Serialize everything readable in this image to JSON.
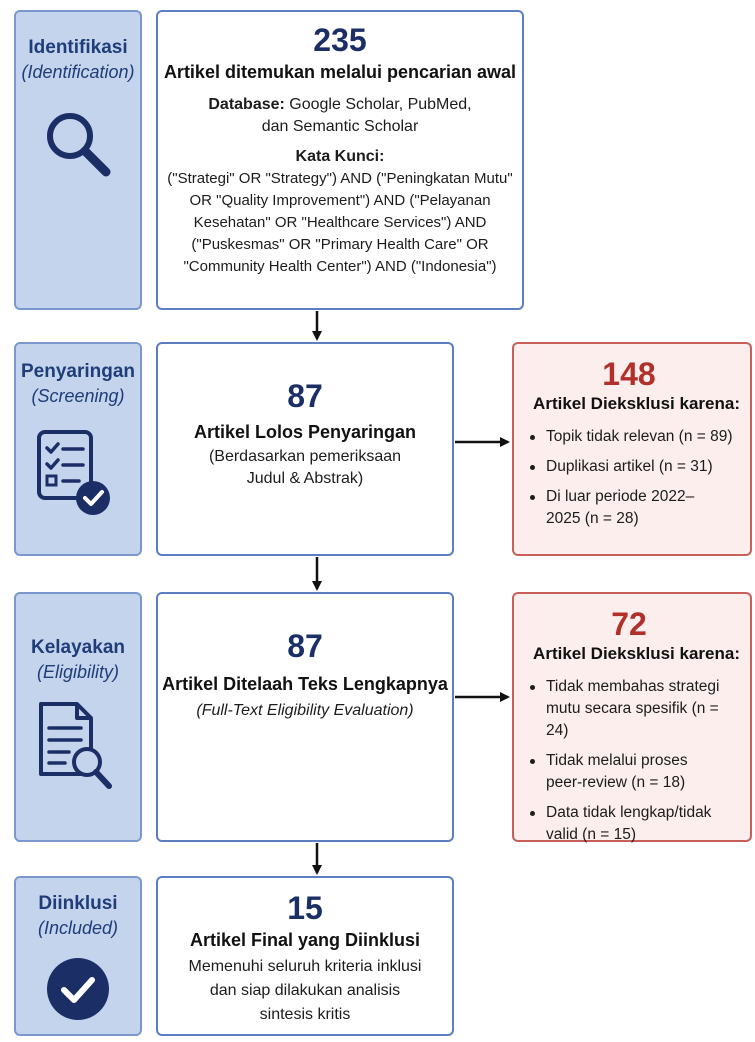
{
  "stages": {
    "identification": {
      "name": "Identifikasi",
      "sub": "(Identification)",
      "icon": "search-icon"
    },
    "screening": {
      "name": "Penyaringan",
      "sub": "(Screening)",
      "icon": "checklist-icon"
    },
    "eligibility": {
      "name": "Kelayakan",
      "sub": "(Eligibility)",
      "icon": "document-search-icon"
    },
    "included": {
      "name": "Diinklusi",
      "sub": "(Included)",
      "icon": "check-circle-icon"
    }
  },
  "identification": {
    "count": "235",
    "title": "Artikel ditemukan melalui pencarian awal",
    "database_label": "Database:",
    "database_value": " Google Scholar, PubMed,",
    "database_value2": "dan Semantic Scholar",
    "keywords_label": "Kata Kunci:",
    "keywords_lines": [
      "(\"Strategi\" OR \"Strategy\") AND (\"Peningkatan Mutu\"",
      "OR \"Quality Improvement\") AND (\"Pelayanan",
      "Kesehatan\" OR \"Healthcare Services\") AND",
      "(\"Puskesmas\" OR \"Primary Health Care\" OR",
      "\"Community Health Center\") AND (\"Indonesia\")"
    ]
  },
  "screening": {
    "count": "87",
    "title": "Artikel Lolos Penyaringan",
    "desc_lines": [
      "(Berdasarkan pemeriksaan",
      "Judul & Abstrak)"
    ]
  },
  "screening_exclusion": {
    "count": "148",
    "title": "Artikel Dieksklusi karena:",
    "items": [
      "Topik tidak relevan (n = 89)",
      "Duplikasi artikel (n = 31)",
      "Di luar periode 2022–2025 (n = 28)"
    ]
  },
  "eligibility": {
    "count": "87",
    "title": "Artikel Ditelaah Teks Lengkapnya",
    "desc": "(Full-Text Eligibility Evaluation)"
  },
  "eligibility_exclusion": {
    "count": "72",
    "title": "Artikel Dieksklusi karena:",
    "items": [
      "Tidak membahas strategi mutu secara spesifik (n = 24)",
      "Tidak melalui proses peer-review (n = 18)",
      "Data tidak lengkap/tidak valid (n = 15)"
    ]
  },
  "included": {
    "count": "15",
    "title": "Artikel Final yang Diinklusi",
    "desc_lines": [
      "Memenuhi seluruh kriteria inklusi",
      "dan siap dilakukan analisis",
      "sintesis kritis"
    ]
  },
  "colors": {
    "stage_fill": "#c5d4ed",
    "stage_border": "#7a98cd",
    "main_border": "#5c7ebe",
    "number_blue": "#1b2f66",
    "exclusion_fill": "#fbeeec",
    "exclusion_border": "#c8605a",
    "number_red": "#b2302a"
  }
}
